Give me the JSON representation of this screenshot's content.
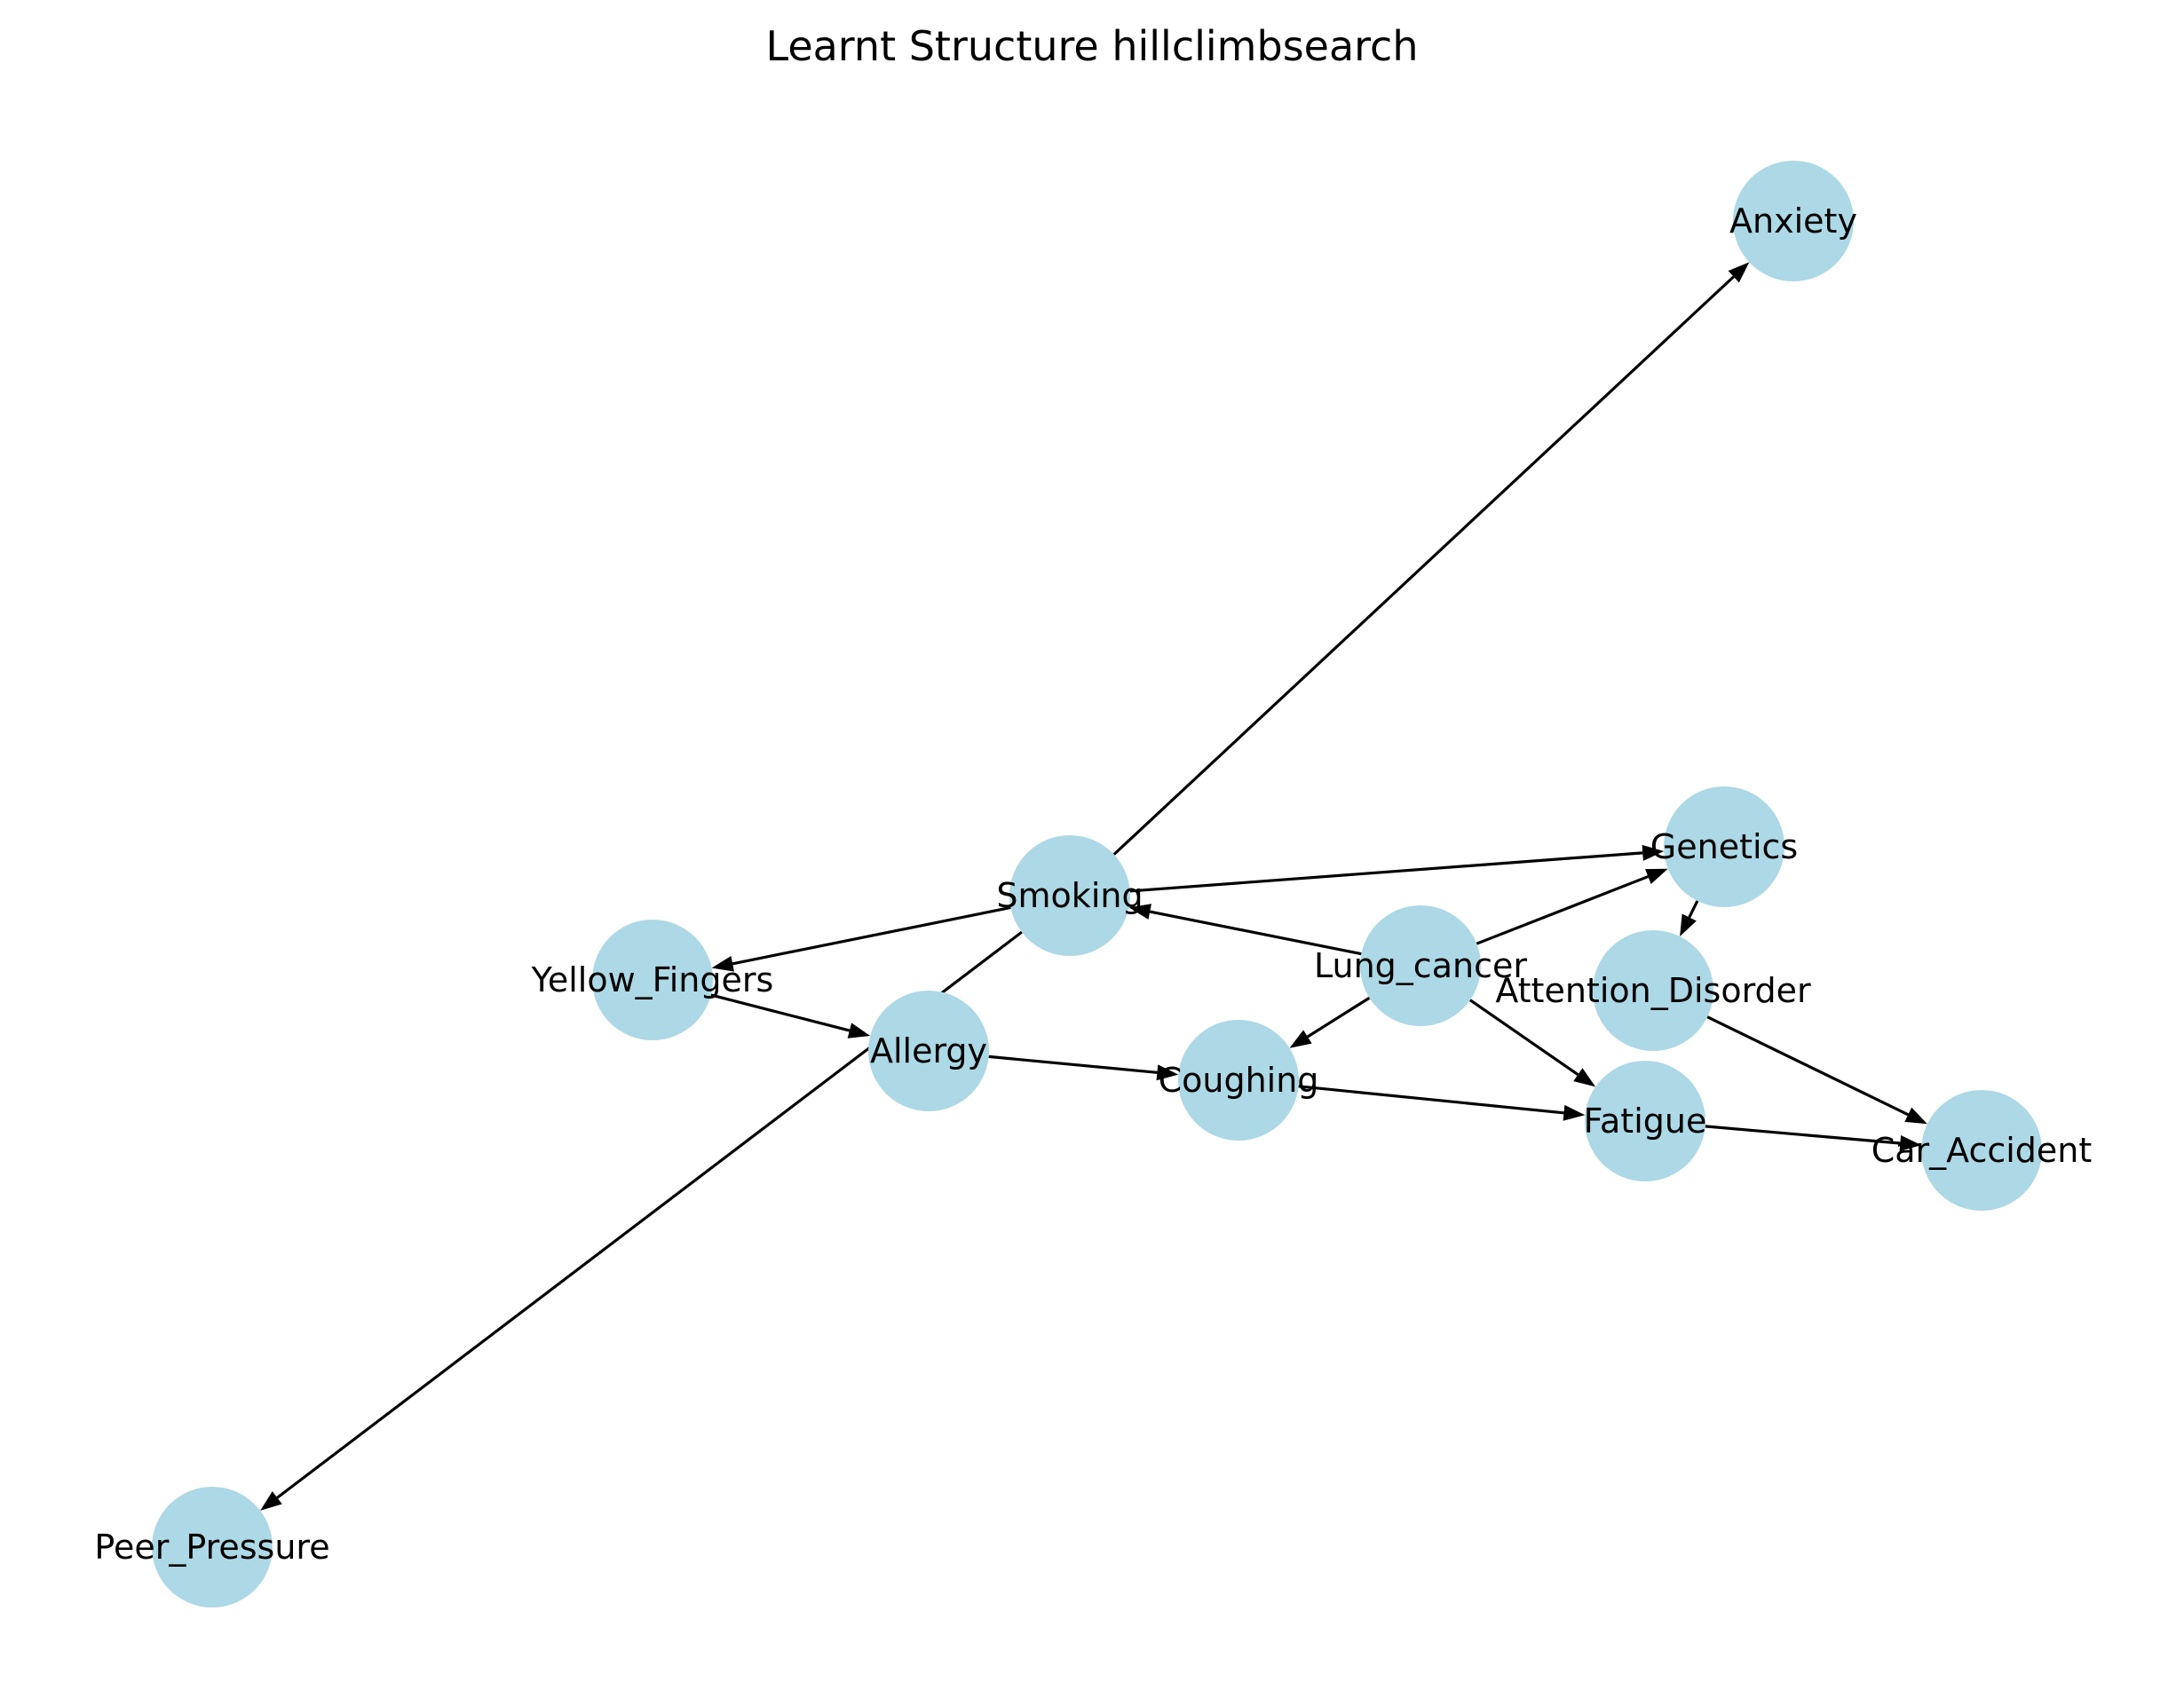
{
  "title": "Learnt Structure hillclimbsearch",
  "colors": {
    "node_fill": "#add8e6",
    "edge": "#000000",
    "text": "#000000",
    "background": "#ffffff"
  },
  "nodes": [
    {
      "id": "anxiety",
      "label": "Anxiety"
    },
    {
      "id": "smoking",
      "label": "Smoking"
    },
    {
      "id": "genetics",
      "label": "Genetics"
    },
    {
      "id": "yellow_fingers",
      "label": "Yellow_Fingers"
    },
    {
      "id": "lung_cancer",
      "label": "Lung_cancer"
    },
    {
      "id": "attention_disorder",
      "label": "Attention_Disorder"
    },
    {
      "id": "allergy",
      "label": "Allergy"
    },
    {
      "id": "coughing",
      "label": "Coughing"
    },
    {
      "id": "fatigue",
      "label": "Fatigue"
    },
    {
      "id": "car_accident",
      "label": "Car_Accident"
    },
    {
      "id": "peer_pressure",
      "label": "Peer_Pressure"
    }
  ],
  "edges": [
    {
      "source": "smoking",
      "target": "anxiety"
    },
    {
      "source": "smoking",
      "target": "genetics"
    },
    {
      "source": "smoking",
      "target": "yellow_fingers"
    },
    {
      "source": "smoking",
      "target": "peer_pressure"
    },
    {
      "source": "lung_cancer",
      "target": "smoking"
    },
    {
      "source": "lung_cancer",
      "target": "genetics"
    },
    {
      "source": "lung_cancer",
      "target": "coughing"
    },
    {
      "source": "lung_cancer",
      "target": "fatigue"
    },
    {
      "source": "genetics",
      "target": "attention_disorder"
    },
    {
      "source": "attention_disorder",
      "target": "car_accident"
    },
    {
      "source": "yellow_fingers",
      "target": "allergy"
    },
    {
      "source": "allergy",
      "target": "coughing"
    },
    {
      "source": "coughing",
      "target": "fatigue"
    },
    {
      "source": "fatigue",
      "target": "car_accident"
    }
  ]
}
